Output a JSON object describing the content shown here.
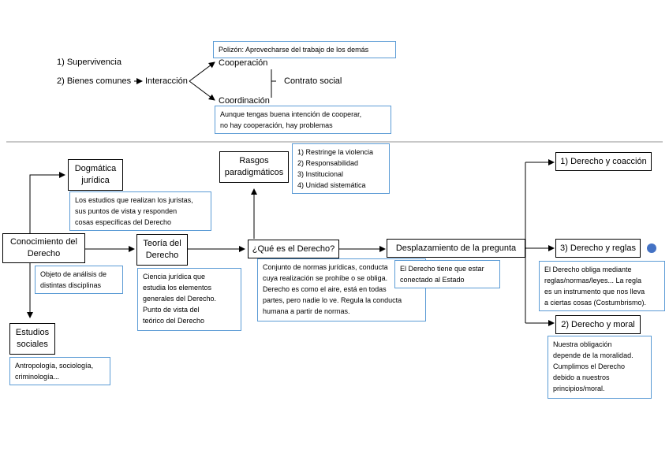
{
  "top": {
    "item1": "1) Supervivencia",
    "item2": "2) Bienes comunes",
    "interaccion": "Interacción",
    "cooperacion": "Cooperación",
    "coordinacion": "Coordinación",
    "contrato": "Contrato social",
    "polizon": "Polizón: Aprovecharse del trabajo de los demás",
    "aunque": [
      "Aunque tengas buena intención de cooperar,",
      "no hay cooperación, hay problemas"
    ]
  },
  "nodes": {
    "conocimiento": [
      "Conocimiento del",
      "Derecho"
    ],
    "conocimiento_note": [
      "Objeto de análisis de",
      "distintas disciplinas"
    ],
    "dogmatica": [
      "Dogmática",
      "jurídica"
    ],
    "dogmatica_note": [
      "Los estudios que realizan los juristas,",
      "sus puntos de vista y responden",
      "cosas específicas del Derecho"
    ],
    "estudios": [
      "Estudios",
      "sociales"
    ],
    "estudios_note": [
      "Antropología, sociología,",
      "criminología..."
    ],
    "teoria": [
      "Teoría del",
      "Derecho"
    ],
    "teoria_note": [
      "Ciencia jurídica que",
      "estudia los elementos",
      "generales del Derecho.",
      "Punto de vista del",
      "teórico del Derecho"
    ],
    "rasgos": [
      "Rasgos",
      "paradigmáticos"
    ],
    "rasgos_list": [
      "1) Restringe la violencia",
      "2) Responsabilidad",
      "3) Institucional",
      "4) Unidad sistemática"
    ],
    "que_es": "¿Qué es el Derecho?",
    "que_es_note": [
      "Conjunto de normas jurídicas, conducta",
      "cuya realización se prohíbe o se obliga.",
      "Derecho es como el aire, está en todas",
      "partes, pero nadie lo ve. Regula la conducta",
      "humana a partir de normas."
    ],
    "desplazamiento": "Desplazamiento de la pregunta",
    "desplazamiento_note": [
      "El Derecho tiene que estar",
      "conectado al Estado"
    ],
    "coaccion": "1) Derecho y coacción",
    "reglas": "3) Derecho y reglas",
    "reglas_note": [
      "El Derecho obliga mediante",
      "reglas/normas/leyes... La regla",
      "es un instrumento que nos lleva",
      "a ciertas cosas (Costumbrismo)."
    ],
    "moral": "2) Derecho y moral",
    "moral_note": [
      "Nuestra obligación",
      "depende de la moralidad.",
      "Cumplimos el Derecho",
      "debido a nuestros",
      "principios/moral."
    ]
  },
  "colors": {
    "note_border": "#5b9bd5",
    "marker": "#4472c4",
    "divider": "#a6a6a6"
  }
}
